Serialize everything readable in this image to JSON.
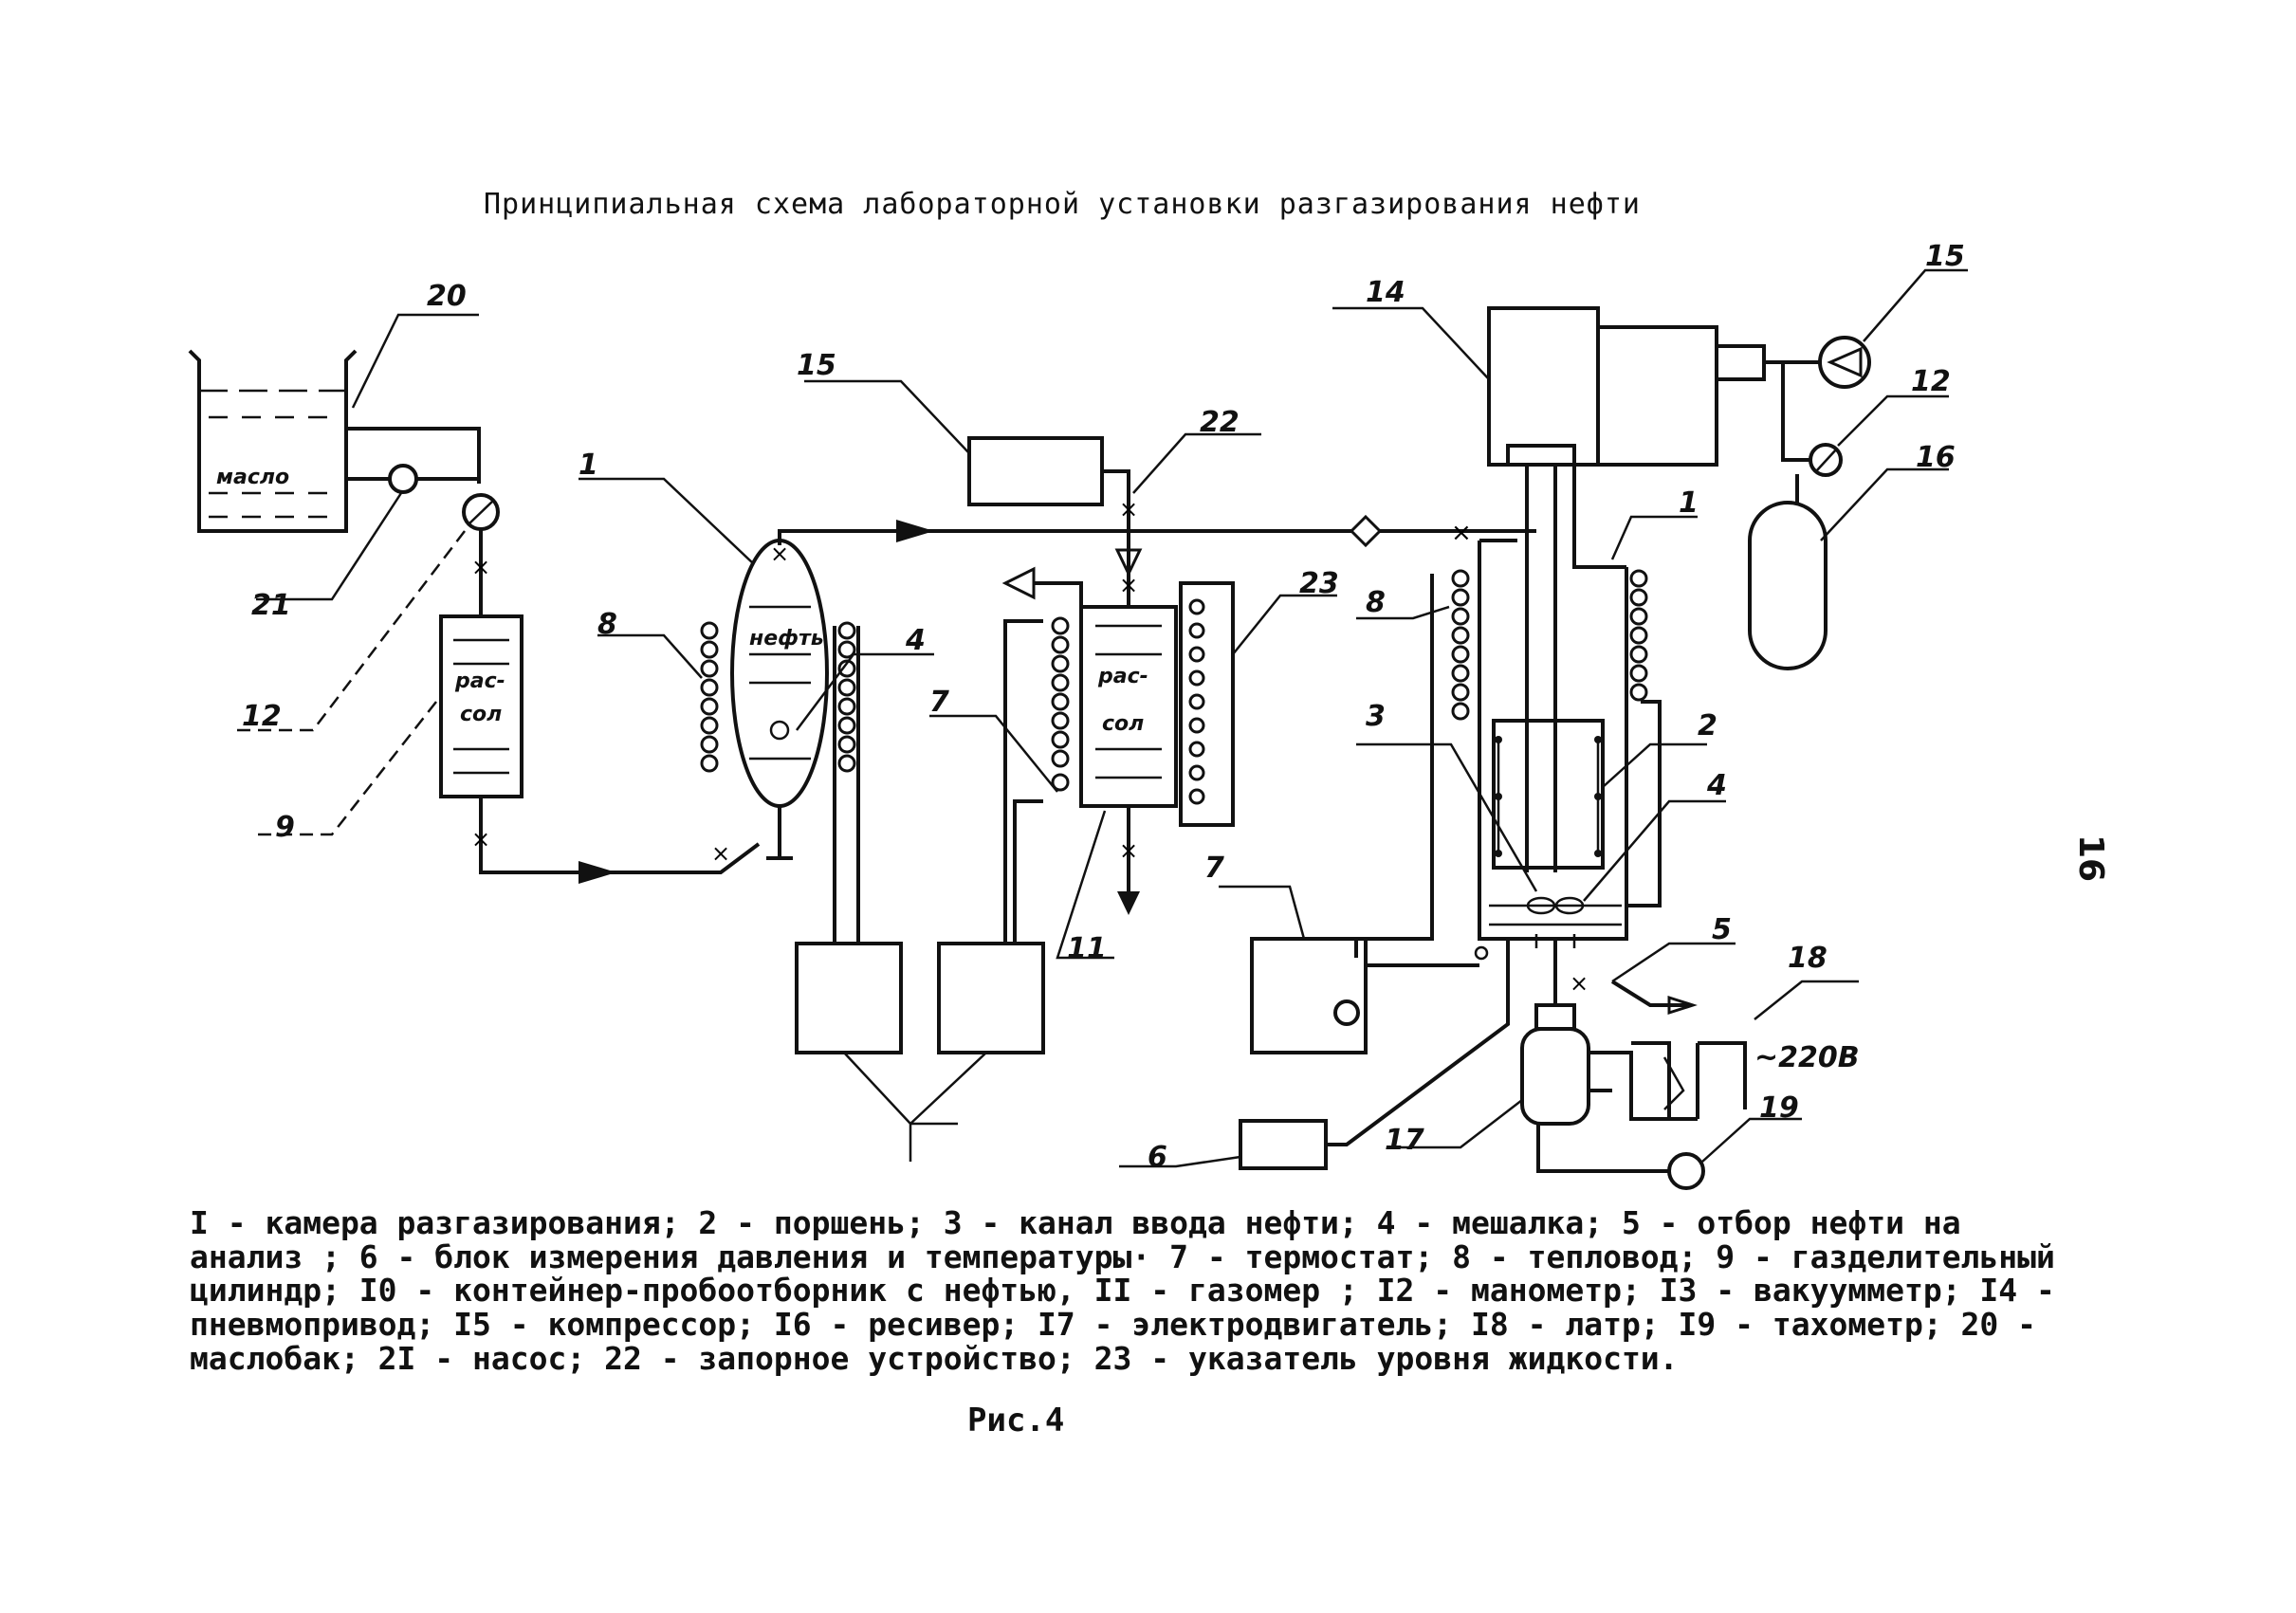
{
  "title": "Принципиальная схема лабораторной установки разгазирования нефти",
  "inner_labels": {
    "oil_tank": "масло",
    "neft": "нефть",
    "rassol_left": "рас-\nсол",
    "rassol_mid": "рас-\nсол"
  },
  "callouts": [
    "20",
    "21",
    "12",
    "9",
    "8",
    "1",
    "15",
    "22",
    "4",
    "23",
    "8",
    "1",
    "14",
    "15",
    "12",
    "16",
    "7",
    "3",
    "2",
    "4",
    "5",
    "11",
    "7",
    "6",
    "17",
    "18",
    "19"
  ],
  "voltage": "~220В",
  "legend": "I - камера разгазирования; 2 - поршень; 3 - канал ввода нефти; 4 - мешалка; 5 - отбор нефти на анализ ; 6 - блок измерения давления и температуры· 7 - термостат; 8 - тепловод; 9 - газделительный цилиндр; I0 - контейнер-пробоотборник с нефтью, II - газомер ; I2 - манометр; I3 - вакуумметр; I4 - пневмопривод; I5 - компрессор; I6 - ресивер; I7 - электродвигатель; I8 - латр; I9 - тахометр; 20 - маслобак; 2I - насос; 22 - запорное устройство; 23 - указатель уровня жидкости.",
  "figure_caption": "Рис.4",
  "page_number": "16"
}
